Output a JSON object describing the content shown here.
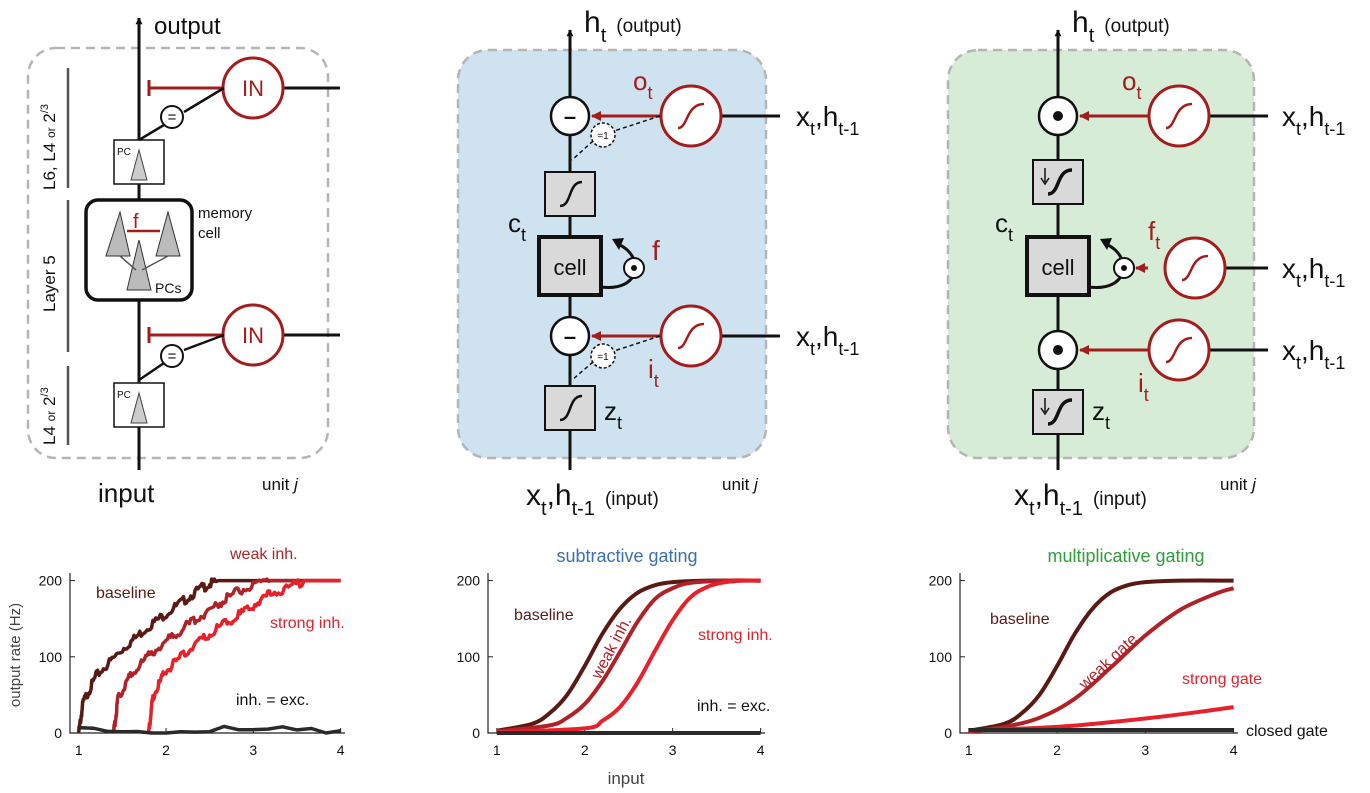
{
  "colors": {
    "ink": "#111111",
    "gate_red": "#a31d1d",
    "dashed_box": "#b5b5b5",
    "blue_panel": "#cfe2f0",
    "green_panel": "#d7ecd6",
    "grey_box": "#d9d9d9",
    "dark_curve": "#5a1a14",
    "mid_curve": "#b02228",
    "bright_curve": "#e8202a",
    "zero_curve": "#2a2a2a",
    "title_blue": "#3b6fb3",
    "title_green": "#2e9e3a"
  },
  "panel_a": {
    "output": "output",
    "input": "input",
    "unit_label": "unit",
    "unit_var": "j",
    "in_label": "IN",
    "pc_label": "PC",
    "pcs_label": "PCs",
    "f_label": "f",
    "memory_line1": "memory",
    "memory_line2": "cell",
    "layer_top_main": "L6, L4",
    "layer_top_or": "or",
    "layer_top_frac": "2",
    "layer_top_frac_sup": "/3",
    "layer_mid": "Layer 5",
    "layer_bot_main": "L4",
    "layer_bot_or": "or",
    "layer_bot_frac": "2",
    "layer_bot_frac_sup": "/3",
    "equals_symbol": "="
  },
  "panel_b": {
    "h": "h",
    "h_sub": "t",
    "out_suffix": "(output)",
    "in_x": "x",
    "in_x_sub": "t",
    "in_h": "h",
    "in_h_sub": "t-1",
    "in_suffix": "(input)",
    "o": "o",
    "o_sub": "t",
    "i": "i",
    "i_sub": "t",
    "f": "f",
    "c": "c",
    "c_sub": "t",
    "z": "z",
    "z_sub": "t",
    "cell": "cell",
    "minus": "–",
    "eq1": "=1",
    "side_x": "x",
    "side_x_sub": "t",
    "side_h": "h",
    "side_h_sub": "t-1",
    "unit_label": "unit",
    "unit_var": "j"
  },
  "panel_c": {
    "h": "h",
    "h_sub": "t",
    "out_suffix": "(output)",
    "in_x": "x",
    "in_x_sub": "t",
    "in_h": "h",
    "in_h_sub": "t-1",
    "in_suffix": "(input)",
    "o": "o",
    "o_sub": "t",
    "f": "f",
    "f_sub": "t",
    "i": "i",
    "i_sub": "t",
    "c": "c",
    "c_sub": "t",
    "z": "z",
    "z_sub": "t",
    "cell": "cell",
    "side_x": "x",
    "side_x_sub": "t",
    "side_h": "h",
    "side_h_sub": "t-1",
    "unit_label": "unit",
    "unit_var": "j"
  },
  "chart_data": [
    {
      "type": "line",
      "title": "",
      "xlabel": "",
      "ylabel": "output rate (Hz)",
      "xlim": [
        0.9,
        4.05
      ],
      "ylim": [
        0,
        210
      ],
      "xticks": [
        1,
        2,
        3,
        4
      ],
      "yticks": [
        0,
        100,
        200
      ],
      "series": [
        {
          "name": "baseline",
          "x": [
            1.0,
            1.05,
            1.2,
            1.5,
            1.8,
            2.1,
            2.4,
            2.6,
            4.0
          ],
          "y": [
            0,
            40,
            75,
            110,
            140,
            165,
            190,
            200,
            200
          ]
        },
        {
          "name": "weak inh.",
          "x": [
            1.4,
            1.45,
            1.6,
            1.9,
            2.2,
            2.5,
            2.8,
            3.2,
            4.0
          ],
          "y": [
            0,
            45,
            78,
            112,
            138,
            162,
            185,
            200,
            200
          ]
        },
        {
          "name": "strong inh.",
          "x": [
            1.8,
            1.85,
            2.0,
            2.3,
            2.6,
            2.9,
            3.2,
            3.6,
            4.0
          ],
          "y": [
            0,
            48,
            82,
            113,
            138,
            160,
            183,
            200,
            200
          ]
        },
        {
          "name": "inh. = exc.",
          "x": [
            1.0,
            4.0
          ],
          "y": [
            3,
            3
          ]
        }
      ],
      "annotations": [
        "baseline",
        "weak inh.",
        "strong inh.",
        "inh. = exc."
      ]
    },
    {
      "type": "line",
      "title": "subtractive gating",
      "xlabel": "input",
      "ylabel": "",
      "xlim": [
        0.9,
        4.05
      ],
      "ylim": [
        0,
        210
      ],
      "xticks": [
        1,
        2,
        3,
        4
      ],
      "yticks": [
        0,
        100,
        200
      ],
      "series": [
        {
          "name": "baseline",
          "x": [
            1.0,
            1.4,
            1.6,
            1.8,
            2.0,
            2.2,
            2.4,
            2.6,
            2.8,
            3.0,
            3.4,
            4.0
          ],
          "y": [
            3,
            12,
            26,
            50,
            88,
            130,
            163,
            184,
            194,
            198,
            200,
            200
          ]
        },
        {
          "name": "weak inh.",
          "x": [
            1.0,
            1.6,
            1.8,
            2.0,
            2.2,
            2.4,
            2.6,
            2.8,
            3.0,
            3.2,
            3.6,
            4.0
          ],
          "y": [
            2,
            10,
            20,
            38,
            68,
            106,
            146,
            176,
            190,
            197,
            200,
            200
          ]
        },
        {
          "name": "strong inh.",
          "x": [
            1.0,
            2.0,
            2.2,
            2.4,
            2.6,
            2.8,
            3.0,
            3.2,
            3.4,
            3.6,
            3.8,
            4.0
          ],
          "y": [
            1,
            6,
            16,
            34,
            66,
            108,
            148,
            178,
            192,
            198,
            200,
            200
          ]
        },
        {
          "name": "inh. = exc.",
          "x": [
            1.0,
            4.0
          ],
          "y": [
            0,
            0
          ]
        }
      ],
      "annotations": [
        "baseline",
        "weak inh.",
        "strong inh.",
        "inh. = exc."
      ]
    },
    {
      "type": "line",
      "title": "multiplicative gating",
      "xlabel": "",
      "ylabel": "",
      "xlim": [
        0.9,
        4.05
      ],
      "ylim": [
        0,
        210
      ],
      "xticks": [
        1,
        2,
        3,
        4
      ],
      "yticks": [
        0,
        100,
        200
      ],
      "series": [
        {
          "name": "baseline",
          "x": [
            1.0,
            1.4,
            1.6,
            1.8,
            2.0,
            2.2,
            2.4,
            2.6,
            2.8,
            3.0,
            3.4,
            4.0
          ],
          "y": [
            3,
            12,
            26,
            50,
            88,
            130,
            163,
            184,
            194,
            198,
            200,
            200
          ]
        },
        {
          "name": "weak gate",
          "x": [
            1.0,
            1.4,
            1.8,
            2.2,
            2.6,
            3.0,
            3.4,
            3.8,
            4.0
          ],
          "y": [
            2,
            8,
            20,
            45,
            85,
            128,
            162,
            183,
            190
          ]
        },
        {
          "name": "strong gate",
          "x": [
            1.0,
            2.0,
            2.5,
            3.0,
            3.5,
            4.0
          ],
          "y": [
            3,
            8,
            13,
            19,
            26,
            34
          ]
        },
        {
          "name": "closed gate",
          "x": [
            1.0,
            4.0
          ],
          "y": [
            4,
            4
          ]
        }
      ],
      "annotations": [
        "baseline",
        "weak gate",
        "strong gate",
        "closed gate"
      ]
    }
  ]
}
